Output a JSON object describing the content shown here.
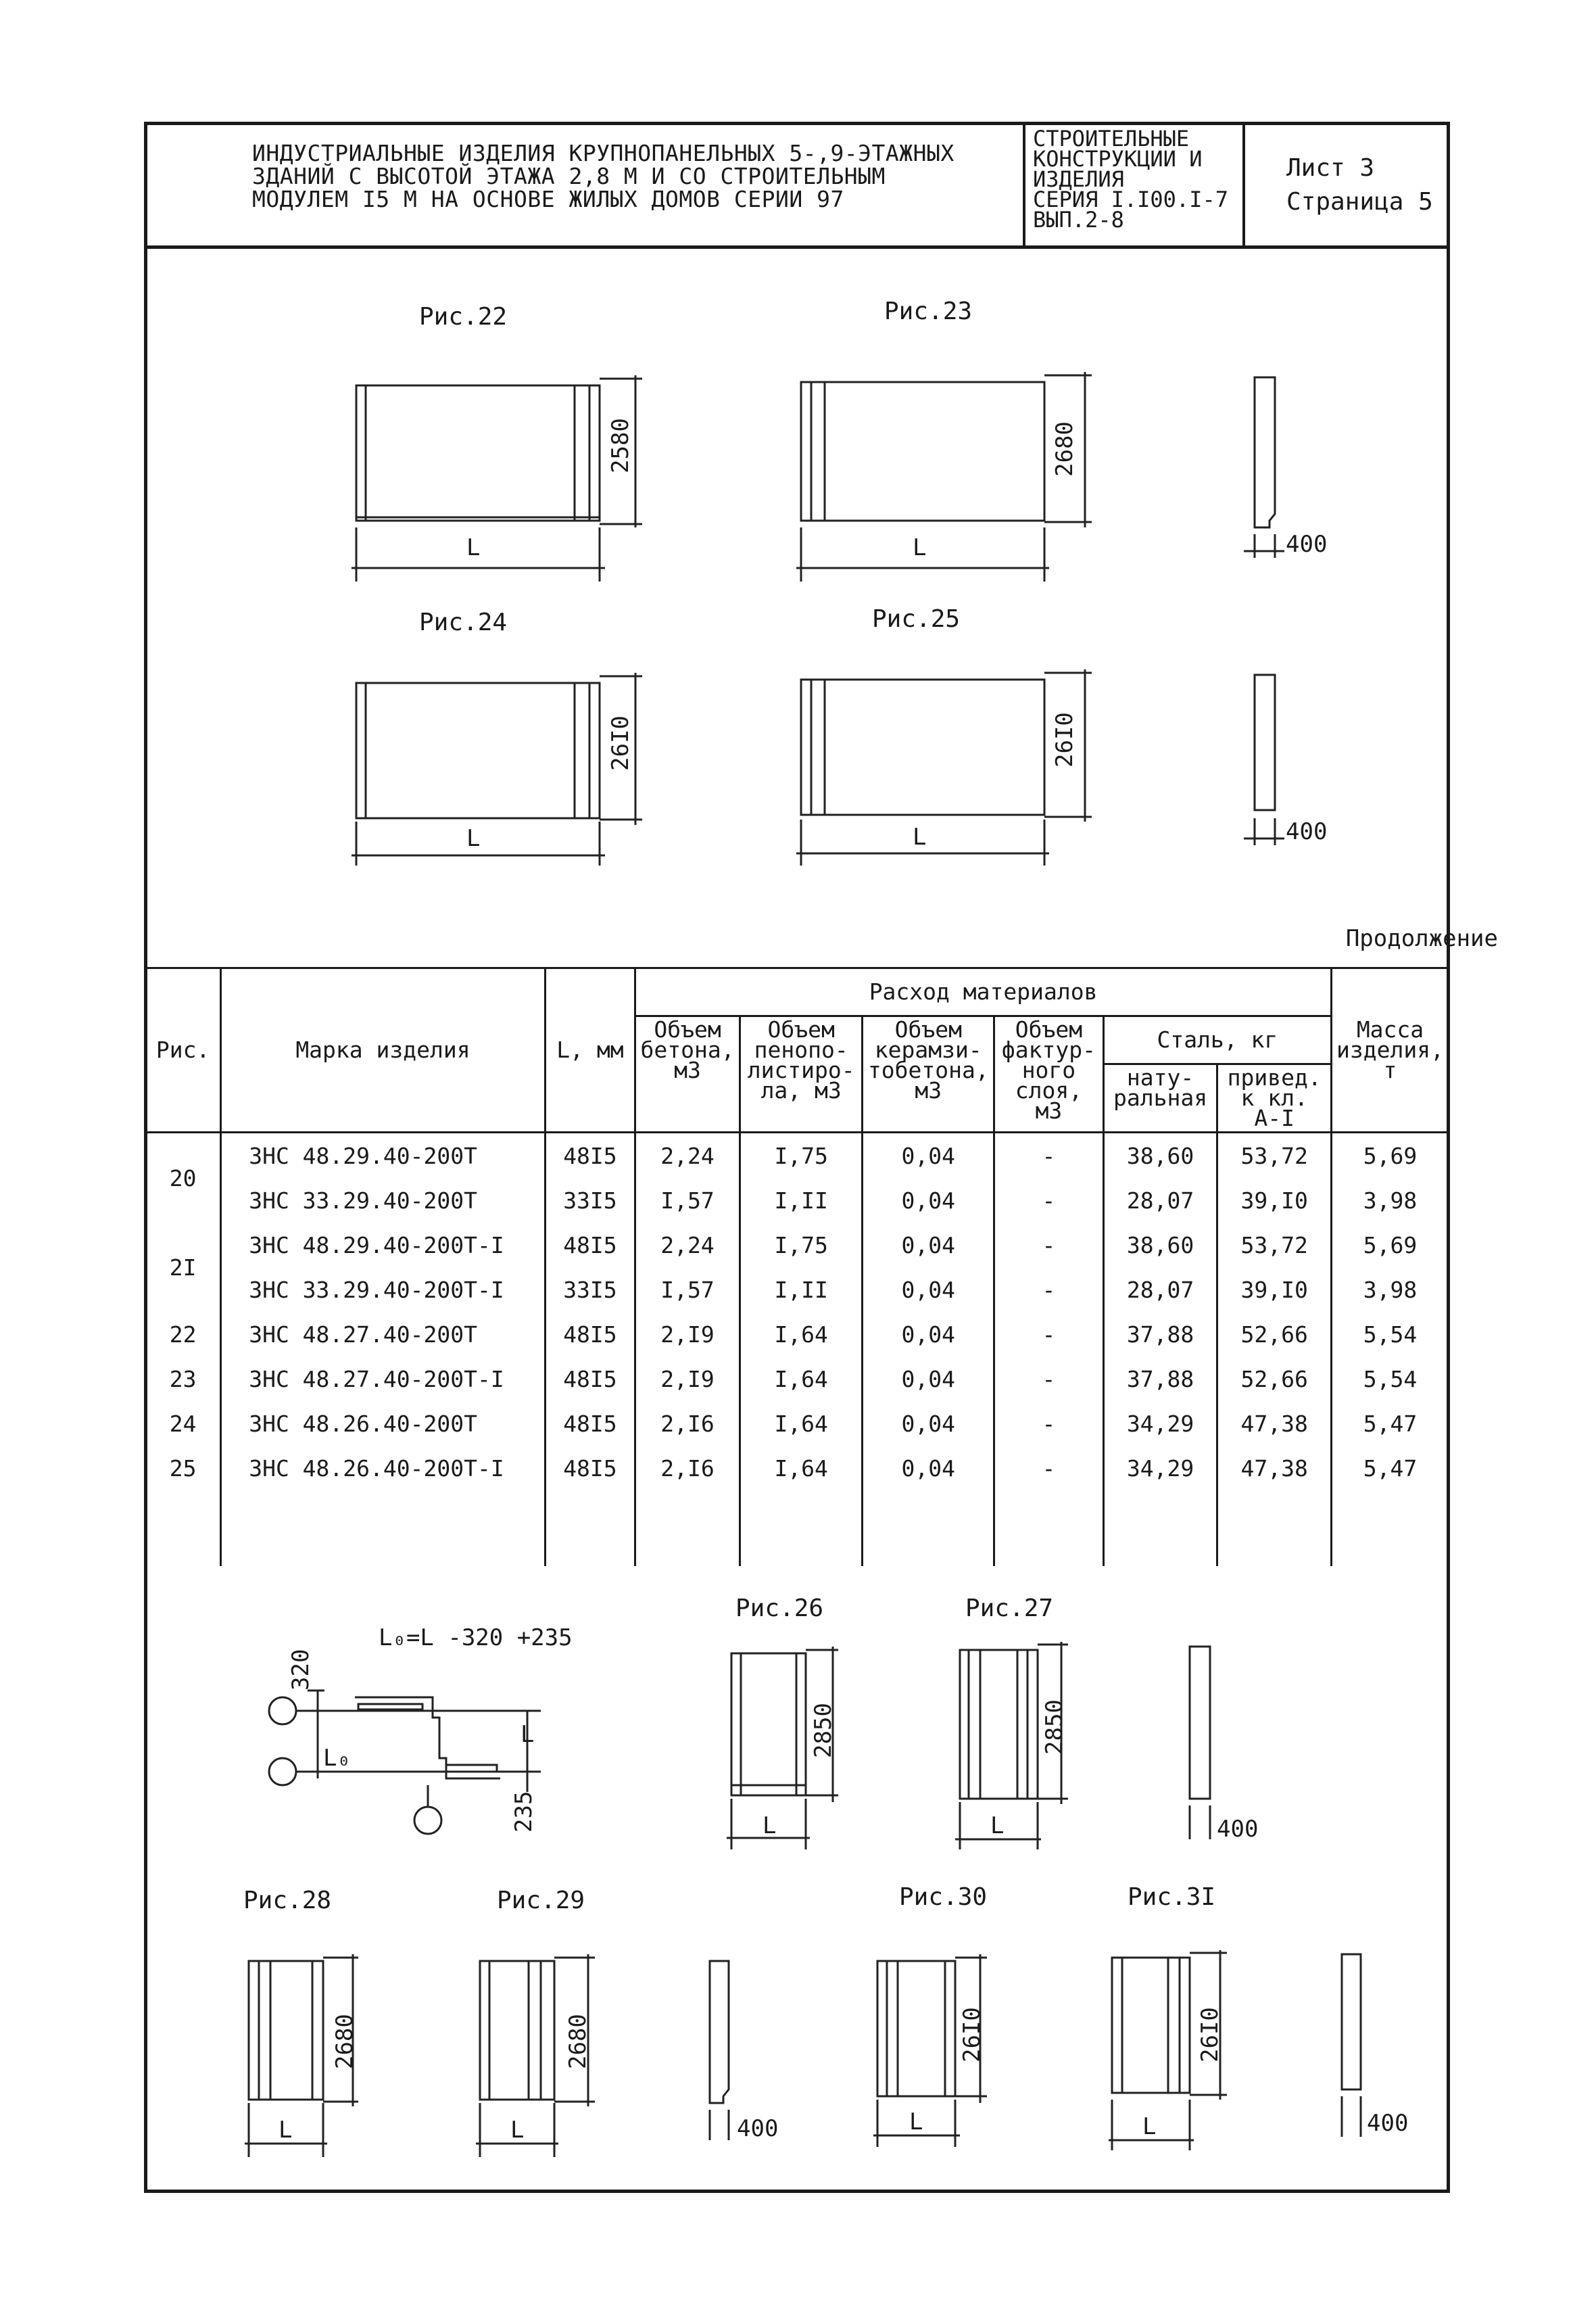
{
  "header": {
    "title_lines": [
      "ИНДУСТРИАЛЬНЫЕ ИЗДЕЛИЯ КРУПНОПАНЕЛЬНЫХ 5-,9-ЭТАЖНЫХ",
      "ЗДАНИЙ С ВЫСОТОЙ ЭТАЖА 2,8 М И СО СТРОИТЕЛЬНЫМ",
      "МОДУЛЕМ I5 М НА ОСНОВЕ ЖИЛЫХ ДОМОВ  СЕРИИ 97"
    ],
    "series_lines": [
      "СТРОИТЕЛЬНЫЕ",
      "КОНСТРУКЦИИ И",
      "ИЗДЕЛИЯ",
      "СЕРИЯ I.I00.I-7",
      "ВЫП.2-8"
    ],
    "sheet": "Лист 3",
    "page": "Страница 5"
  },
  "figures_top": {
    "fig22": {
      "label": "Рис.22",
      "height": "2580",
      "length": "L"
    },
    "fig23": {
      "label": "Рис.23",
      "height": "2680",
      "length": "L",
      "thickness": "400"
    },
    "fig24": {
      "label": "Рис.24",
      "height": "26I0",
      "length": "L"
    },
    "fig25": {
      "label": "Рис.25",
      "height": "26I0",
      "length": "L",
      "thickness": "400"
    }
  },
  "continuation": "Продолжение",
  "table": {
    "headers": {
      "fig": "Рис.",
      "mark": "Марка изделия",
      "length": "L, мм",
      "materials": "Расход материалов",
      "concrete": "Объем бетона, м3",
      "polystyrene": "Объем пенопо- листиро- ла, м3",
      "keramzit": "Объем керамзи- тобетона, м3",
      "facing": "Объем фактур- ного слоя, м3",
      "steel": "Сталь, кг",
      "natural": "нату- ральная",
      "reduced": "привед. к кл. А-I",
      "mass": "Масса изделия, т"
    },
    "rows": [
      {
        "fig": "20",
        "mark": "ЗНС 48.29.40-200Т",
        "l": "48I5",
        "concrete": "2,24",
        "poly": "I,75",
        "ker": "0,04",
        "facing": "-",
        "nat": "38,60",
        "red": "53,72",
        "mass": "5,69"
      },
      {
        "fig": "",
        "mark": "ЗНС 33.29.40-200Т",
        "l": "33I5",
        "concrete": "I,57",
        "poly": "I,II",
        "ker": "0,04",
        "facing": "-",
        "nat": "28,07",
        "red": "39,I0",
        "mass": "3,98"
      },
      {
        "fig": "2I",
        "mark": "ЗНС 48.29.40-200Т-I",
        "l": "48I5",
        "concrete": "2,24",
        "poly": "I,75",
        "ker": "0,04",
        "facing": "-",
        "nat": "38,60",
        "red": "53,72",
        "mass": "5,69"
      },
      {
        "fig": "",
        "mark": "ЗНС 33.29.40-200Т-I",
        "l": "33I5",
        "concrete": "I,57",
        "poly": "I,II",
        "ker": "0,04",
        "facing": "-",
        "nat": "28,07",
        "red": "39,I0",
        "mass": "3,98"
      },
      {
        "fig": "22",
        "mark": "ЗНС 48.27.40-200Т",
        "l": "48I5",
        "concrete": "2,I9",
        "poly": "I,64",
        "ker": "0,04",
        "facing": "-",
        "nat": "37,88",
        "red": "52,66",
        "mass": "5,54"
      },
      {
        "fig": "23",
        "mark": "ЗНС 48.27.40-200Т-I",
        "l": "48I5",
        "concrete": "2,I9",
        "poly": "I,64",
        "ker": "0,04",
        "facing": "-",
        "nat": "37,88",
        "red": "52,66",
        "mass": "5,54"
      },
      {
        "fig": "24",
        "mark": "ЗНС 48.26.40-200Т",
        "l": "48I5",
        "concrete": "2,I6",
        "poly": "I,64",
        "ker": "0,04",
        "facing": "-",
        "nat": "34,29",
        "red": "47,38",
        "mass": "5,47"
      },
      {
        "fig": "25",
        "mark": "ЗНС 48.26.40-200Т-I",
        "l": "48I5",
        "concrete": "2,I6",
        "poly": "I,64",
        "ker": "0,04",
        "facing": "-",
        "nat": "34,29",
        "red": "47,38",
        "mass": "5,47"
      }
    ]
  },
  "joint_detail": {
    "formula": "L₀=L -320 +235",
    "dim_top": "320",
    "dim_bottom": "235",
    "label_l0": "L₀",
    "label_l": "L"
  },
  "figures_bottom": {
    "fig26": {
      "label": "Рис.26",
      "height": "2850",
      "length": "L"
    },
    "fig27": {
      "label": "Рис.27",
      "height": "2850",
      "length": "L",
      "thickness": "400"
    },
    "fig28": {
      "label": "Рис.28",
      "height": "2680",
      "length": "L"
    },
    "fig29": {
      "label": "Рис.29",
      "height": "2680",
      "length": "L",
      "thickness": "400"
    },
    "fig30": {
      "label": "Рис.30",
      "height": "26I0",
      "length": "L"
    },
    "fig31": {
      "label": "Рис.3I",
      "height": "26I0",
      "length": "L",
      "thickness": "400"
    }
  }
}
